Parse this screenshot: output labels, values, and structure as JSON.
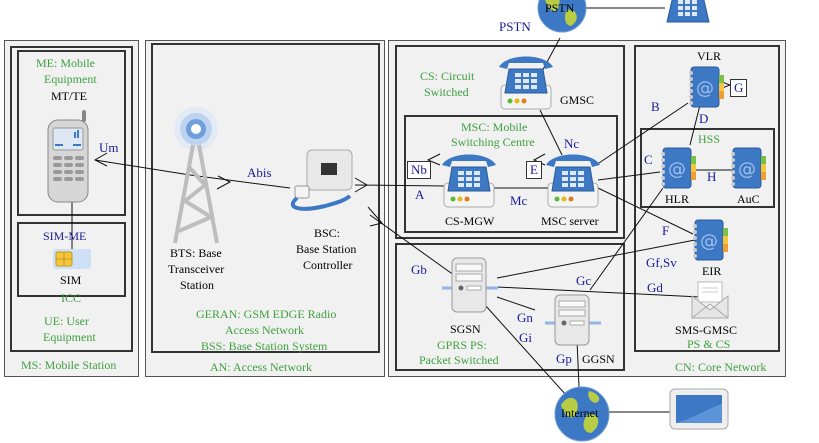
{
  "colors": {
    "group_label": "#3fa03f",
    "interface_label": "#1a1a9a",
    "node_label": "#000000",
    "box_bg": "#f1f1f1",
    "phone_blue": "#3d78c4"
  },
  "domains": {
    "ms": {
      "title": "MS: Mobile Station"
    },
    "me": {
      "title": "ME: Mobile Equipment",
      "line1": "ME: Mobile",
      "line2": "Equipment"
    },
    "ue": {
      "line1": "UE: User",
      "line2": "Equipment"
    },
    "an": {
      "title": "AN: Access Network"
    },
    "geran": {
      "line1": "GERAN: GSM EDGE Radio",
      "line2": "Access Network",
      "line3": "BSS: Base Station System"
    },
    "cs": {
      "line1": "CS: Circuit",
      "line2": "Switched"
    },
    "msc": {
      "line1": "MSC: Mobile",
      "line2": "Switching Centre"
    },
    "gprs": {
      "line1": "GPRS PS:",
      "line2": "Packet Switched"
    },
    "cn": {
      "title": "CN: Core Network"
    },
    "hss": {
      "title": "HSS"
    },
    "pscs": {
      "title": "PS & CS"
    }
  },
  "nodes": {
    "mtte": "MT/TE",
    "sim_me": "SIM-ME",
    "sim": "SIM",
    "icc": "ICC",
    "bts": {
      "line1": "BTS: Base",
      "line2": "Transceiver",
      "line3": "Station"
    },
    "bsc": {
      "line1": "BSC:",
      "line2": "Base Station",
      "line3": "Controller"
    },
    "gmsc": "GMSC",
    "csmgw": "CS-MGW",
    "mscserver": "MSC server",
    "sgsn": "SGSN",
    "ggsn": "GGSN",
    "vlr": "VLR",
    "hlr": "HLR",
    "auc": "AuC",
    "eir": "EIR",
    "smsgmsc": "SMS-GMSC",
    "pstn_globe": "PSTN",
    "internet_globe": "Internet"
  },
  "interfaces": {
    "um": "Um",
    "abis": "Abis",
    "a": "A",
    "nb": "Nb",
    "nc": "Nc",
    "e": "E",
    "mc": "Mc",
    "b": "B",
    "c": "C",
    "d": "D",
    "g": "G",
    "h": "H",
    "f": "F",
    "gfsv": "Gf,Sv",
    "gd": "Gd",
    "gb": "Gb",
    "gc": "Gc",
    "gn": "Gn",
    "gi": "Gi",
    "gp": "Gp",
    "pstn": "PSTN"
  }
}
